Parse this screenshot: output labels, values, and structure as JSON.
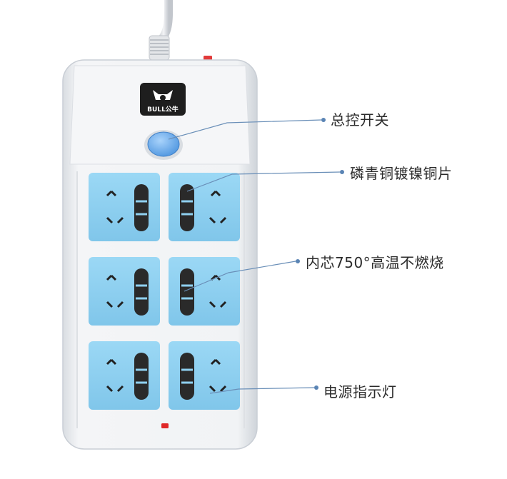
{
  "product": {
    "brand_logo_text": "BULL公牛",
    "sockets_count": 6,
    "colors": {
      "body": "#eef0f3",
      "socket_face": "#8fd0f0",
      "switch": "#6fb2f0",
      "indicator": "#e23030",
      "callout_line": "#6a8fb8"
    }
  },
  "callouts": {
    "switch": "总控开关",
    "copper": "磷青铜镀镍铜片",
    "core": "内芯750°高温不燃烧",
    "indicator": "电源指示灯"
  }
}
